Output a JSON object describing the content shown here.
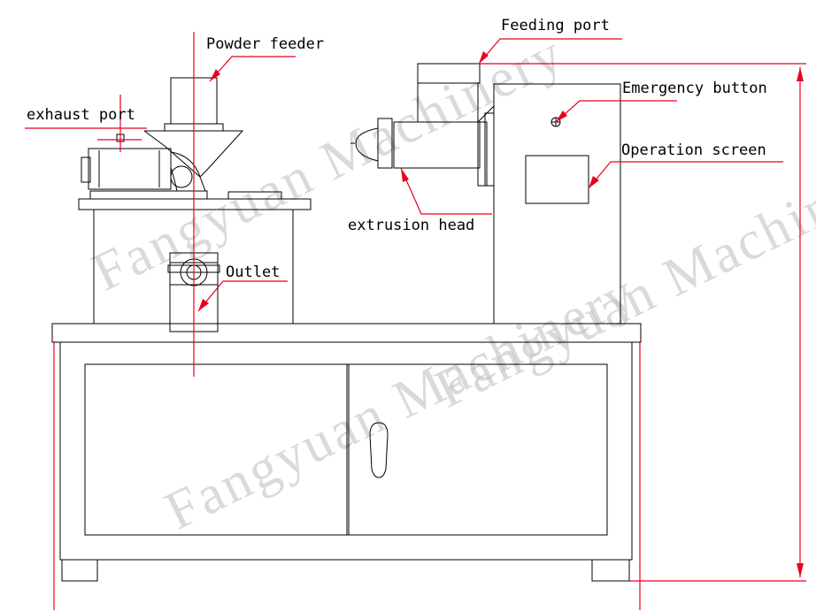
{
  "labels": {
    "powder_feeder": "Powder feeder",
    "exhaust_port": "exhaust port",
    "feeding_port": "Feeding port",
    "emergency_button": "Emergency button",
    "operation_screen": "Operation screen",
    "extrusion_head": "extrusion head",
    "outlet": "Outlet"
  },
  "watermark": {
    "text_1": "Fangyuan Machinery",
    "text_2": "Fangyuan Machinery",
    "text_3": "Fangyuan Machinery"
  },
  "colors": {
    "leader_lines": "#e8001c",
    "outline": "#000000",
    "watermark": "#bdbdbd"
  }
}
